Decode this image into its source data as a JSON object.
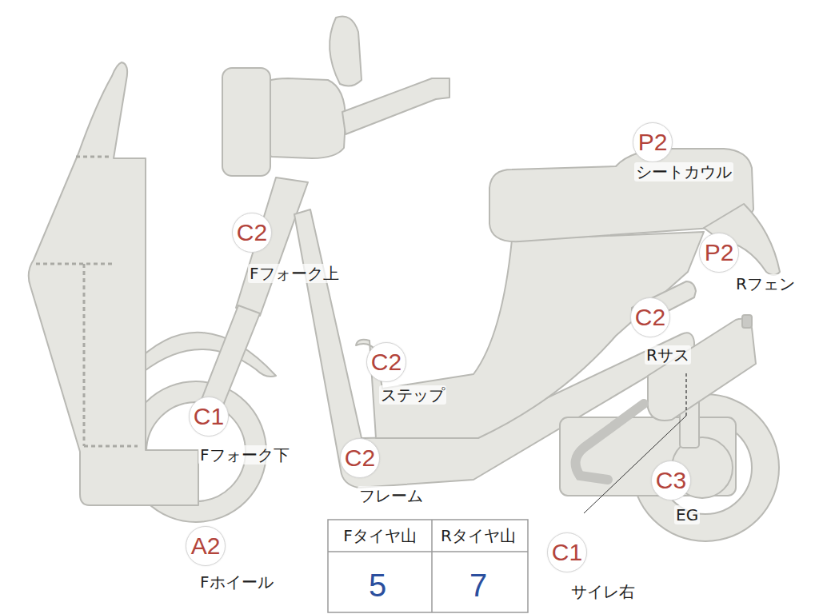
{
  "diagram": {
    "nodes": [
      {
        "text": [
          "P2",
          "シートカウル"
        ]
      },
      {
        "text": [
          "C2",
          "Fフォーク上"
        ]
      },
      {
        "text": [
          "P2",
          "Rフェン"
        ]
      },
      {
        "text": [
          "C2",
          "Rサス"
        ]
      },
      {
        "text": [
          "C2",
          "ステップ"
        ]
      },
      {
        "text": [
          "C1",
          "Fフォーク下"
        ]
      },
      {
        "text": [
          "C2",
          "フレーム"
        ]
      },
      {
        "text": [
          "C3",
          "EG"
        ]
      },
      {
        "text": [
          "A2",
          "Fホイール"
        ]
      },
      {
        "text": [
          "C1",
          "サイレ右"
        ]
      }
    ],
    "labels": [
      "Fタイヤ山",
      "Rタイヤ山",
      "5",
      "7"
    ]
  }
}
